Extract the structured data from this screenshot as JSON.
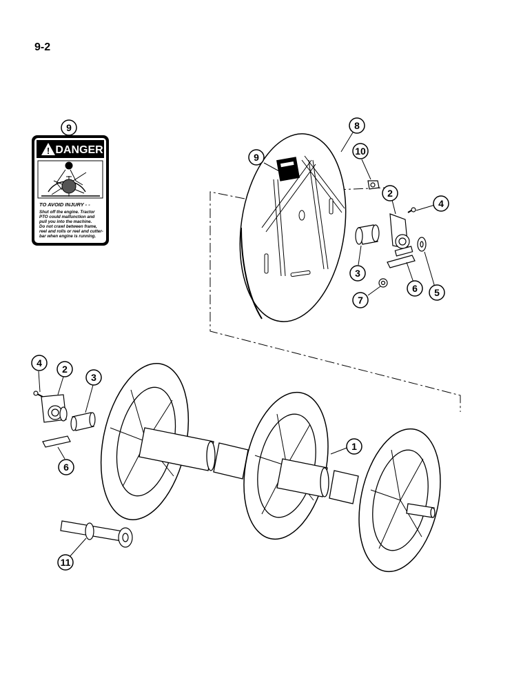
{
  "page": {
    "number": "9-2"
  },
  "danger_label": {
    "heading": "DANGER",
    "subheading": "TO AVOID INJURY - -",
    "lines": [
      "Shut off the engine. Tractor",
      "PTO could malfunction and",
      "pull you into the machine.",
      "Do not crawl between frame,",
      "reel and rolls or reel and cutter-",
      "bar when engine is running."
    ]
  },
  "callouts": {
    "c1": "1",
    "c2a": "2",
    "c2b": "2",
    "c3a": "3",
    "c3b": "3",
    "c4a": "4",
    "c4b": "4",
    "c5": "5",
    "c6a": "6",
    "c6b": "6",
    "c7": "7",
    "c8": "8",
    "c9a": "9",
    "c9b": "9",
    "c10": "10",
    "c11": "11"
  }
}
